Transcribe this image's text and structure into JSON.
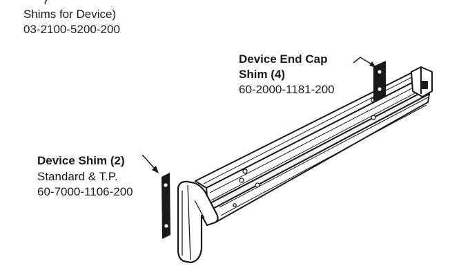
{
  "kit": {
    "title_partial": "Shims for Device)",
    "part_number": "03-2100-5200-200"
  },
  "callouts": {
    "end_cap_shim": {
      "title_line1": "Device End Cap",
      "title_line2": "Shim (4)",
      "part_number": "60-2000-1181-200"
    },
    "device_shim": {
      "title": "Device Shim (2)",
      "subtitle": "Standard & T.P.",
      "part_number": "60-7000-1106-200"
    }
  }
}
